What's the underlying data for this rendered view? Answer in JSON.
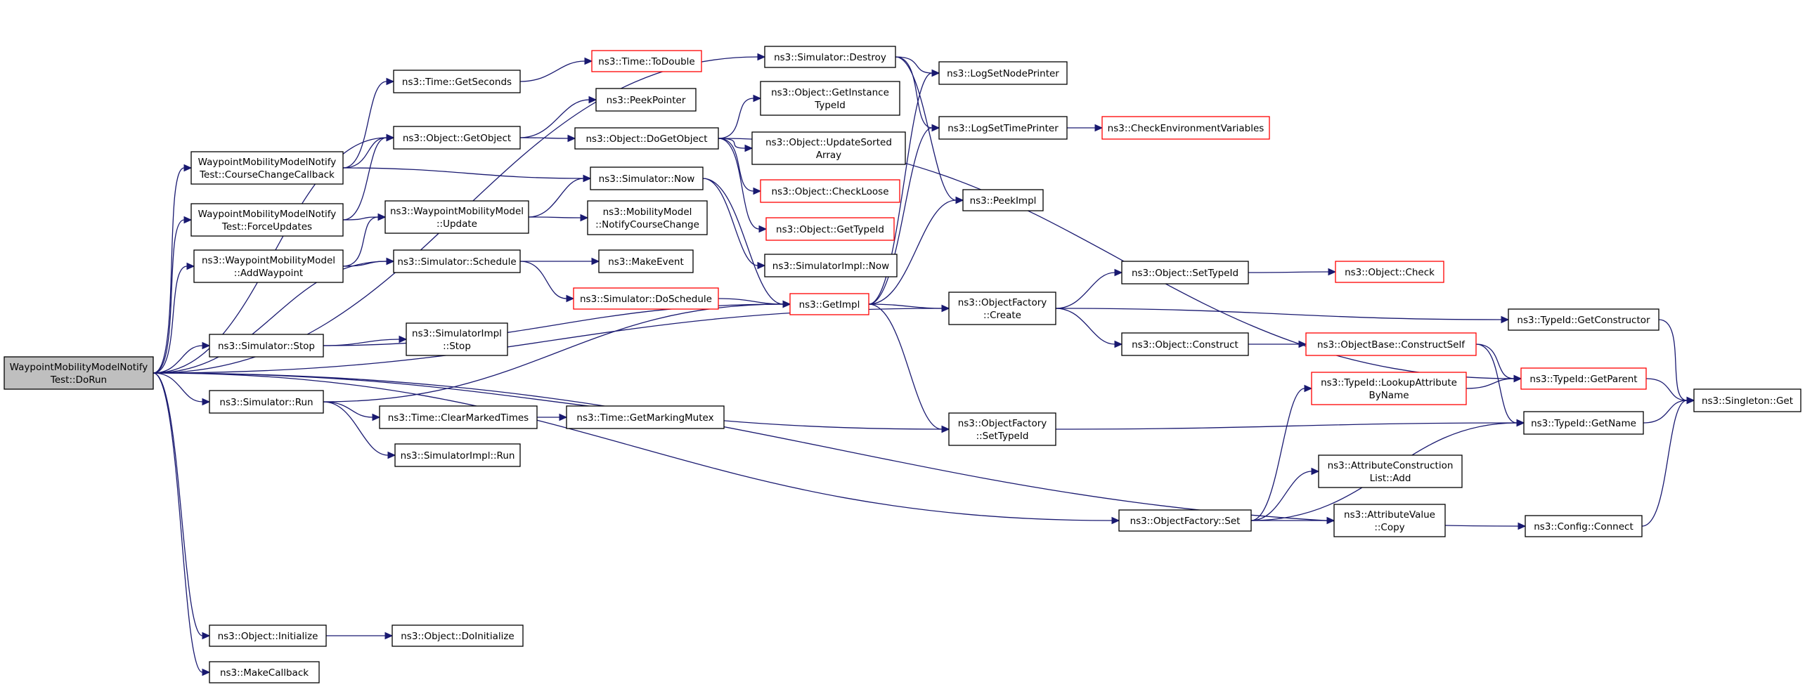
{
  "nodes": [
    {
      "id": "dorun",
      "lines": [
        "WaypointMobilityModelNotify",
        "Test::DoRun"
      ],
      "style": "root"
    },
    {
      "id": "ccb",
      "lines": [
        "WaypointMobilityModelNotify",
        "Test::CourseChangeCallback"
      ],
      "style": "normal"
    },
    {
      "id": "fu",
      "lines": [
        "WaypointMobilityModelNotify",
        "Test::ForceUpdates"
      ],
      "style": "normal"
    },
    {
      "id": "addwp",
      "lines": [
        "ns3::WaypointMobilityModel",
        "::AddWaypoint"
      ],
      "style": "normal"
    },
    {
      "id": "stop",
      "lines": [
        "ns3::Simulator::Stop"
      ],
      "style": "normal"
    },
    {
      "id": "run",
      "lines": [
        "ns3::Simulator::Run"
      ],
      "style": "normal"
    },
    {
      "id": "init",
      "lines": [
        "ns3::Object::Initialize"
      ],
      "style": "normal"
    },
    {
      "id": "makecb",
      "lines": [
        "ns3::MakeCallback"
      ],
      "style": "normal"
    },
    {
      "id": "getsec",
      "lines": [
        "ns3::Time::GetSeconds"
      ],
      "style": "normal"
    },
    {
      "id": "getobj",
      "lines": [
        "ns3::Object::GetObject"
      ],
      "style": "normal"
    },
    {
      "id": "wpupd",
      "lines": [
        "ns3::WaypointMobilityModel",
        "::Update"
      ],
      "style": "normal"
    },
    {
      "id": "sched",
      "lines": [
        "ns3::Simulator::Schedule"
      ],
      "style": "normal"
    },
    {
      "id": "siStop",
      "lines": [
        "ns3::SimulatorImpl",
        "::Stop"
      ],
      "style": "normal"
    },
    {
      "id": "clrmt",
      "lines": [
        "ns3::Time::ClearMarkedTimes"
      ],
      "style": "normal"
    },
    {
      "id": "siRun",
      "lines": [
        "ns3::SimulatorImpl::Run"
      ],
      "style": "normal"
    },
    {
      "id": "doinit",
      "lines": [
        "ns3::Object::DoInitialize"
      ],
      "style": "normal"
    },
    {
      "id": "todbl",
      "lines": [
        "ns3::Time::ToDouble"
      ],
      "style": "red"
    },
    {
      "id": "peekptr",
      "lines": [
        "ns3::PeekPointer"
      ],
      "style": "normal"
    },
    {
      "id": "dogetobj",
      "lines": [
        "ns3::Object::DoGetObject"
      ],
      "style": "normal"
    },
    {
      "id": "simnow",
      "lines": [
        "ns3::Simulator::Now"
      ],
      "style": "normal"
    },
    {
      "id": "mmnotify",
      "lines": [
        "ns3::MobilityModel",
        "::NotifyCourseChange"
      ],
      "style": "normal"
    },
    {
      "id": "mkevent",
      "lines": [
        "ns3::MakeEvent"
      ],
      "style": "normal"
    },
    {
      "id": "dosched",
      "lines": [
        "ns3::Simulator::DoSchedule"
      ],
      "style": "red"
    },
    {
      "id": "getmm",
      "lines": [
        "ns3::Time::GetMarkingMutex"
      ],
      "style": "normal"
    },
    {
      "id": "destroy",
      "lines": [
        "ns3::Simulator::Destroy"
      ],
      "style": "normal"
    },
    {
      "id": "getinst",
      "lines": [
        "ns3::Object::GetInstance",
        "TypeId"
      ],
      "style": "normal"
    },
    {
      "id": "updsorted",
      "lines": [
        "ns3::Object::UpdateSorted",
        "Array"
      ],
      "style": "normal"
    },
    {
      "id": "chkloose",
      "lines": [
        "ns3::Object::CheckLoose"
      ],
      "style": "red"
    },
    {
      "id": "objgettid",
      "lines": [
        "ns3::Object::GetTypeId"
      ],
      "style": "red"
    },
    {
      "id": "siNow",
      "lines": [
        "ns3::SimulatorImpl::Now"
      ],
      "style": "normal"
    },
    {
      "id": "getimpl",
      "lines": [
        "ns3::GetImpl"
      ],
      "style": "red"
    },
    {
      "id": "lognode",
      "lines": [
        "ns3::LogSetNodePrinter"
      ],
      "style": "normal"
    },
    {
      "id": "logtime",
      "lines": [
        "ns3::LogSetTimePrinter"
      ],
      "style": "normal"
    },
    {
      "id": "peekimpl",
      "lines": [
        "ns3::PeekImpl"
      ],
      "style": "normal"
    },
    {
      "id": "ofcreate",
      "lines": [
        "ns3::ObjectFactory",
        "::Create"
      ],
      "style": "normal"
    },
    {
      "id": "ofsettid",
      "lines": [
        "ns3::ObjectFactory",
        "::SetTypeId"
      ],
      "style": "normal"
    },
    {
      "id": "chkenv",
      "lines": [
        "ns3::CheckEnvironmentVariables"
      ],
      "style": "red"
    },
    {
      "id": "objsettid",
      "lines": [
        "ns3::Object::SetTypeId"
      ],
      "style": "normal"
    },
    {
      "id": "objconst",
      "lines": [
        "ns3::Object::Construct"
      ],
      "style": "normal"
    },
    {
      "id": "ofset",
      "lines": [
        "ns3::ObjectFactory::Set"
      ],
      "style": "normal"
    },
    {
      "id": "objcheck",
      "lines": [
        "ns3::Object::Check"
      ],
      "style": "red"
    },
    {
      "id": "constself",
      "lines": [
        "ns3::ObjectBase::ConstructSelf"
      ],
      "style": "red"
    },
    {
      "id": "lookup",
      "lines": [
        "ns3::TypeId::LookupAttribute",
        "ByName"
      ],
      "style": "red"
    },
    {
      "id": "acladd",
      "lines": [
        "ns3::AttributeConstruction",
        "List::Add"
      ],
      "style": "normal"
    },
    {
      "id": "avcopy",
      "lines": [
        "ns3::AttributeValue",
        "::Copy"
      ],
      "style": "normal"
    },
    {
      "id": "getctor",
      "lines": [
        "ns3::TypeId::GetConstructor"
      ],
      "style": "normal"
    },
    {
      "id": "getparent",
      "lines": [
        "ns3::TypeId::GetParent"
      ],
      "style": "red"
    },
    {
      "id": "getname",
      "lines": [
        "ns3::TypeId::GetName"
      ],
      "style": "normal"
    },
    {
      "id": "cfgconn",
      "lines": [
        "ns3::Config::Connect"
      ],
      "style": "normal"
    },
    {
      "id": "singleton",
      "lines": [
        "ns3::Singleton::Get"
      ],
      "style": "normal"
    }
  ],
  "edges": [
    [
      "dorun",
      "ccb"
    ],
    [
      "dorun",
      "fu"
    ],
    [
      "dorun",
      "addwp"
    ],
    [
      "dorun",
      "stop"
    ],
    [
      "dorun",
      "run"
    ],
    [
      "dorun",
      "init"
    ],
    [
      "dorun",
      "makecb"
    ],
    [
      "dorun",
      "getobj"
    ],
    [
      "dorun",
      "sched"
    ],
    [
      "dorun",
      "destroy"
    ],
    [
      "dorun",
      "ofcreate"
    ],
    [
      "dorun",
      "ofsettid"
    ],
    [
      "dorun",
      "ofset"
    ],
    [
      "dorun",
      "cfgconn"
    ],
    [
      "ccb",
      "getsec"
    ],
    [
      "ccb",
      "getobj"
    ],
    [
      "ccb",
      "simnow"
    ],
    [
      "fu",
      "getobj"
    ],
    [
      "fu",
      "wpupd"
    ],
    [
      "addwp",
      "wpupd"
    ],
    [
      "addwp",
      "sched"
    ],
    [
      "stop",
      "siStop"
    ],
    [
      "stop",
      "getimpl"
    ],
    [
      "run",
      "clrmt"
    ],
    [
      "run",
      "siRun"
    ],
    [
      "run",
      "getimpl"
    ],
    [
      "init",
      "doinit"
    ],
    [
      "getsec",
      "todbl"
    ],
    [
      "getobj",
      "peekptr"
    ],
    [
      "getobj",
      "dogetobj"
    ],
    [
      "wpupd",
      "simnow"
    ],
    [
      "wpupd",
      "mmnotify"
    ],
    [
      "sched",
      "mkevent"
    ],
    [
      "sched",
      "dosched"
    ],
    [
      "clrmt",
      "getmm"
    ],
    [
      "dosched",
      "getimpl"
    ],
    [
      "simnow",
      "siNow"
    ],
    [
      "simnow",
      "getimpl"
    ],
    [
      "dogetobj",
      "getinst"
    ],
    [
      "dogetobj",
      "updsorted"
    ],
    [
      "dogetobj",
      "chkloose"
    ],
    [
      "dogetobj",
      "objgettid"
    ],
    [
      "dogetobj",
      "getparent"
    ],
    [
      "destroy",
      "lognode"
    ],
    [
      "destroy",
      "logtime"
    ],
    [
      "destroy",
      "peekimpl"
    ],
    [
      "getimpl",
      "lognode"
    ],
    [
      "getimpl",
      "logtime"
    ],
    [
      "getimpl",
      "peekimpl"
    ],
    [
      "getimpl",
      "ofcreate"
    ],
    [
      "getimpl",
      "ofsettid"
    ],
    [
      "logtime",
      "chkenv"
    ],
    [
      "ofcreate",
      "objsettid"
    ],
    [
      "ofcreate",
      "objconst"
    ],
    [
      "ofcreate",
      "getctor"
    ],
    [
      "ofsettid",
      "getname"
    ],
    [
      "objsettid",
      "objcheck"
    ],
    [
      "objconst",
      "constself"
    ],
    [
      "constself",
      "getparent"
    ],
    [
      "constself",
      "getname"
    ],
    [
      "ofset",
      "lookup"
    ],
    [
      "ofset",
      "acladd"
    ],
    [
      "ofset",
      "avcopy"
    ],
    [
      "ofset",
      "getname"
    ],
    [
      "lookup",
      "getparent"
    ],
    [
      "getparent",
      "singleton"
    ],
    [
      "getname",
      "singleton"
    ],
    [
      "getctor",
      "singleton"
    ],
    [
      "cfgconn",
      "singleton"
    ]
  ],
  "colors": {
    "edge": "#191970",
    "border": "#000000",
    "red_border": "#ff0000",
    "root_fill": "#bfbfbf",
    "fill": "#ffffff"
  }
}
